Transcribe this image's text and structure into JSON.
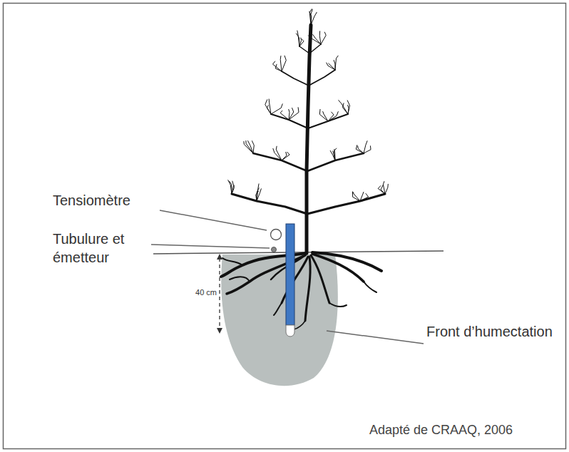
{
  "diagram": {
    "caption": "Adapté de CRAAQ, 2006",
    "labels": [
      "Tensiomètre",
      "Tubulure et émetteur",
      "40 cm",
      "Front d’humectation"
    ]
  }
}
